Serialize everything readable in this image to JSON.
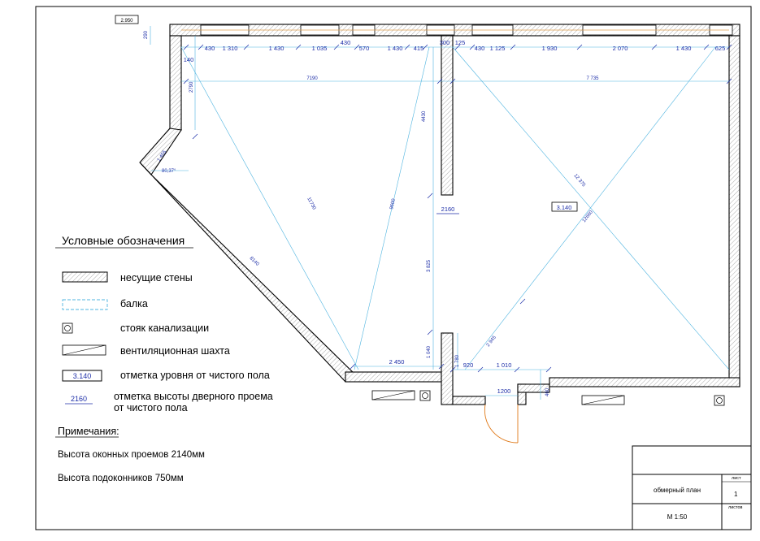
{
  "top_level_mark": "2.950",
  "room_level_mark": "3.140",
  "door_height_mark": "2160",
  "door_width": "1200",
  "top_dims_left": [
    "430",
    "1 310",
    "1 430",
    "1 035",
    "570",
    "1 430",
    "415"
  ],
  "top_dims_right": [
    "430",
    "1 125",
    "1 930",
    "2 070",
    "1 430",
    "625"
  ],
  "dim_430_upper": "430",
  "dim_300": "300",
  "dim_125": "125",
  "dim_290": "290",
  "dim_140": "140",
  "dim_2790": "2790",
  "dim_7190": "7190",
  "dim_7735": "7 735",
  "dim_1455": "1 455",
  "dim_angle": "80,37°",
  "dim_11730": "11730",
  "dim_9600": "9600",
  "dim_4430": "4430",
  "dim_12375": "12 375",
  "dim_12660": "12660",
  "dim_8140": "8140",
  "dim_3825": "3 825",
  "dim_1040": "1 040",
  "dim_2450": "2 450",
  "dim_1780": "1 780",
  "dim_920": "920",
  "dim_1010": "1 010",
  "dim_2945": "2 945",
  "dim_460": "460",
  "legend": {
    "title": "Условные обозначения",
    "load_walls": "несущие стены",
    "beam": "балка",
    "sewer": "стояк канализации",
    "vent": "вентиляционная шахта",
    "level_sample": "3.140",
    "level_label": "отметка уровня от чистого пола",
    "door_sample": "2160",
    "door_label_1": "отметка высоты дверного проема",
    "door_label_2": "от чистого пола"
  },
  "notes": {
    "title": "Примечания:",
    "line1": "Высота оконных проемов 2140мм",
    "line2": "Высота подоконников 750мм"
  },
  "title_block": {
    "name": "обмерный план",
    "scale": "М 1:50",
    "sheet_label": "лист",
    "sheet_value": "1",
    "sheets_label": "листов"
  },
  "colors": {
    "dimension_text": "#1d2ea8",
    "dimension_line": "#4fb4e0",
    "door_arc": "#e07a1a",
    "window_frame": "#e0a050"
  }
}
